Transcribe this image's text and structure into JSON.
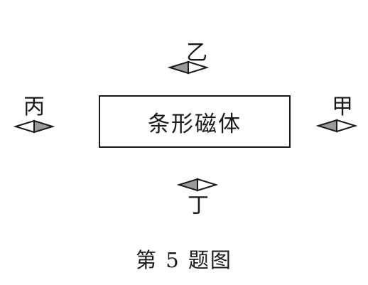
{
  "magnet": {
    "label": "条形磁体"
  },
  "needles": {
    "yi": {
      "label": "乙"
    },
    "bing": {
      "label": "丙"
    },
    "jia": {
      "label": "甲"
    },
    "ding": {
      "label": "丁"
    }
  },
  "caption": "第 5 题图",
  "colors": {
    "ink": "#1a1a1a",
    "shade": "#9a9a9a",
    "background": "#ffffff"
  }
}
